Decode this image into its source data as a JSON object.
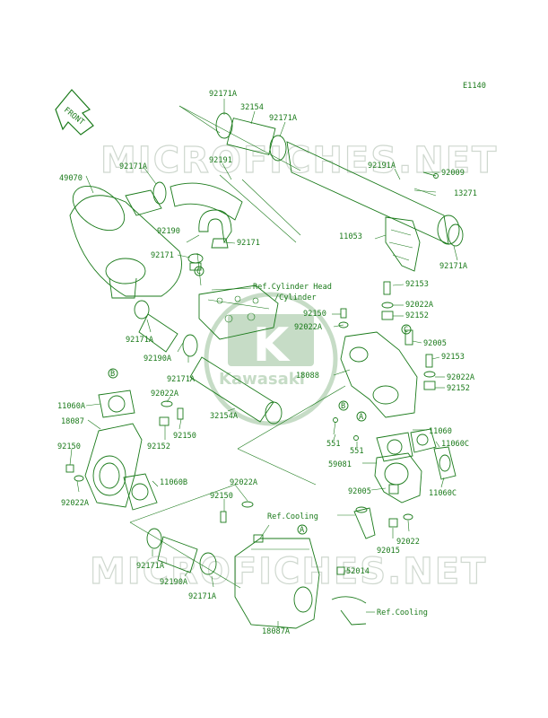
{
  "diagram_code": "E1140",
  "watermark": "MICROFICHES.NET",
  "logo_text": "Kawasaki",
  "logo_letter": "K",
  "front_marker": "FRONT",
  "colors": {
    "line": "#1a7a1a",
    "watermark": "#cfd8cf",
    "background": "#ffffff"
  },
  "labels": {
    "p92171a_1": "92171A",
    "p32154": "32154",
    "p92171a_2": "92171A",
    "p92191": "92191",
    "p92191a": "92191A",
    "p92009": "92009",
    "p13271": "13271",
    "p49070": "49070",
    "p92171a_3": "92171A",
    "p92190": "92190",
    "p92171_1": "92171",
    "p92171_2": "92171",
    "p11053": "11053",
    "p92171a_4": "92171A",
    "ref_head": "Ref.Cylinder Head",
    "ref_cyl": "/Cylinder",
    "p92153_1": "92153",
    "p92022a_1": "92022A",
    "p92152_1": "92152",
    "p92150_1": "92150",
    "p92022a_2": "92022A",
    "p92005_1": "92005",
    "p92171a_5": "92171A",
    "p92153_2": "92153",
    "p92190a_1": "92190A",
    "p18088": "18088",
    "p92022a_3": "92022A",
    "p92171a_6": "92171A",
    "p92152_2": "92152",
    "p11060a": "11060A",
    "p92022a_4": "92022A",
    "p32154a": "32154A",
    "p18087": "18087",
    "p92150_2": "92150",
    "p92152_3": "92152",
    "p11060": "11060",
    "p551_1": "551",
    "p551_2": "551",
    "p11060c_1": "11060C",
    "p92150_3": "92150",
    "p59081": "59081",
    "p11060b": "11060B",
    "p92022a_5": "92022A",
    "p92022a_6": "92022A",
    "p92005_2": "92005",
    "p92150_4": "92150",
    "p11060c_2": "11060C",
    "ref_cool_1": "Ref.Cooling",
    "p92022": "92022",
    "p92015": "92015",
    "p92171a_7": "92171A",
    "p52014": "52014",
    "p92190a_2": "92190A",
    "p92171a_8": "92171A",
    "ref_cool_2": "Ref.Cooling",
    "p18087a": "18087A"
  },
  "callouts": {
    "a1": "A",
    "a2": "A",
    "b1": "B",
    "b2": "B",
    "c1": "C",
    "c2": "C"
  }
}
